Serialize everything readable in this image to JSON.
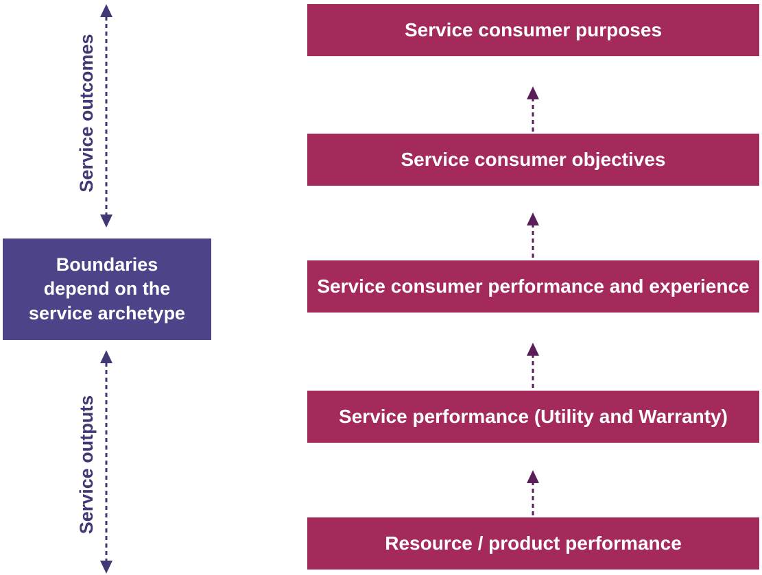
{
  "colors": {
    "box_magenta": "#A32A5B",
    "box_purple": "#4B4489",
    "connector_arrow": "#5A1F5B",
    "left_arrow_and_labels": "#3F3A75",
    "text_white": "#FFFFFF",
    "background": "#FFFFFF"
  },
  "left_panel": {
    "outcomes_label": "Service outcomes",
    "outputs_label": "Service outputs",
    "boundary_box": {
      "line1": "Boundaries",
      "line2": "depend on the",
      "line3": "service archetype"
    }
  },
  "right_column": {
    "boxes": [
      {
        "label": "Service consumer purposes"
      },
      {
        "label": "Service consumer objectives"
      },
      {
        "label": "Service consumer performance and experience"
      },
      {
        "label": "Service performance (Utility and Warranty)"
      },
      {
        "label": "Resource / product performance"
      }
    ]
  },
  "icons": {
    "up_arrow": "dashed-up-arrow-icon",
    "double_arrow": "dashed-double-headed-arrow-icon"
  }
}
